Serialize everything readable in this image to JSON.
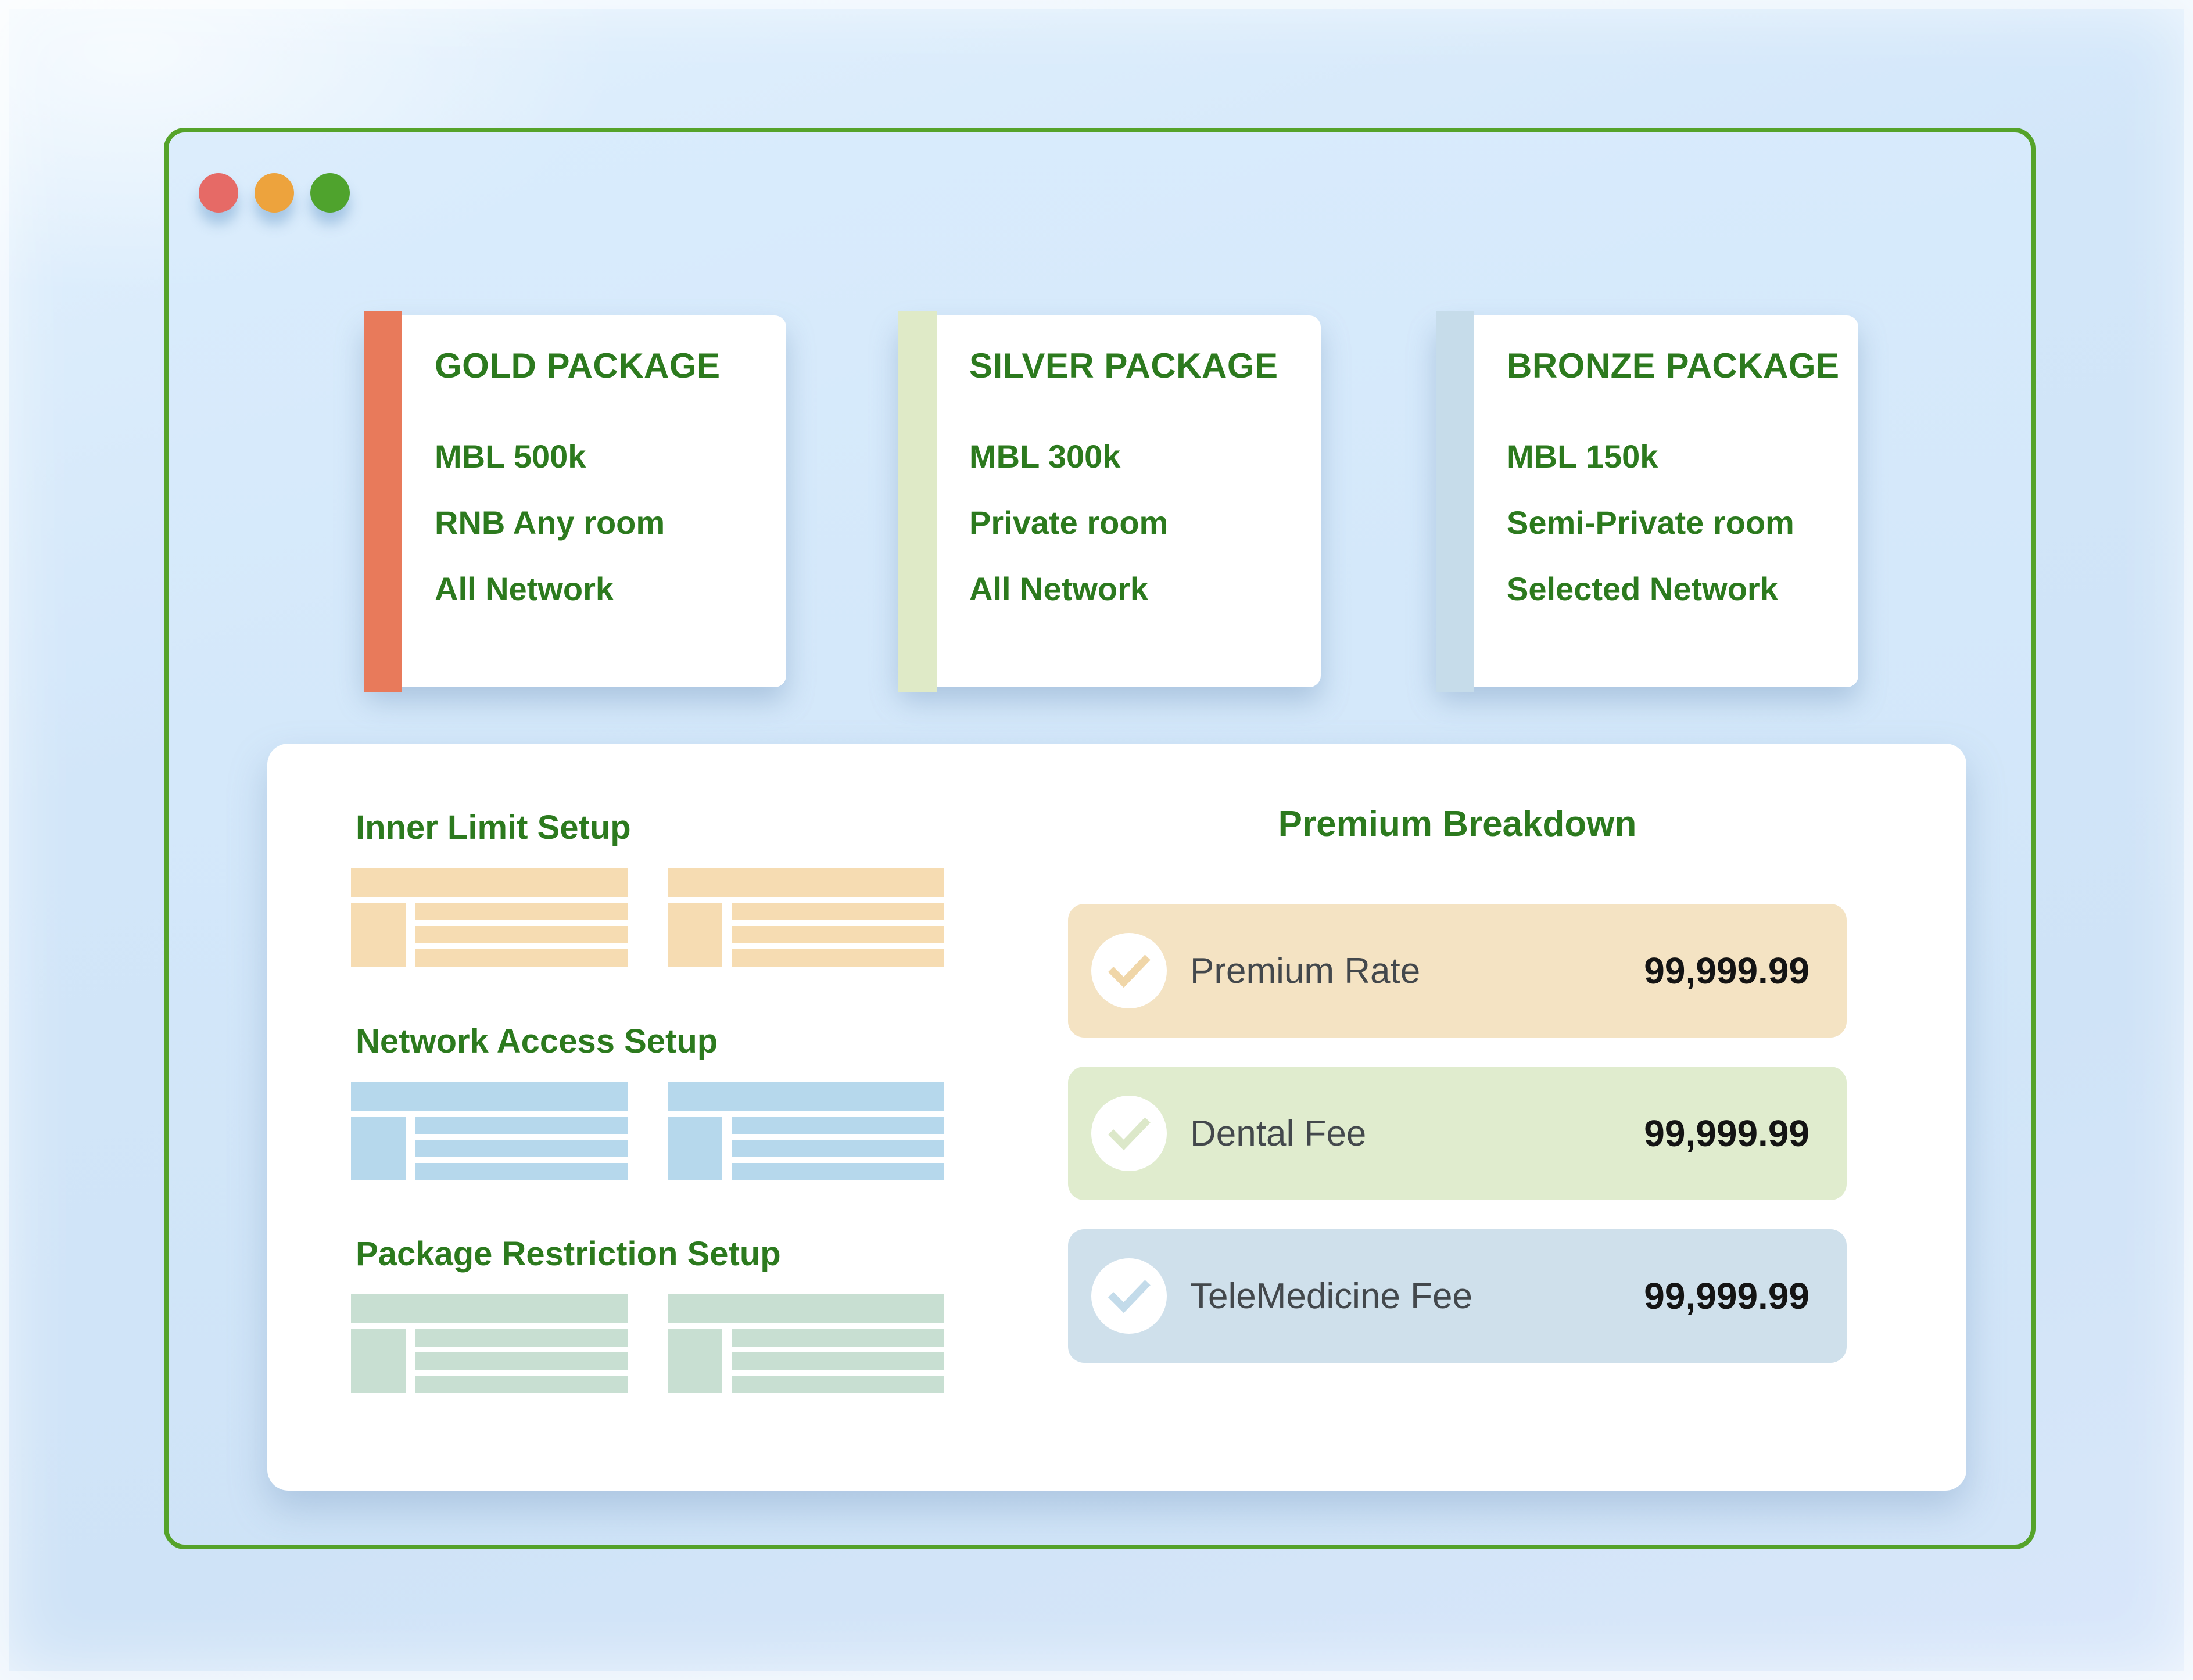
{
  "window": {
    "controls": [
      {
        "name": "close",
        "color": "#e66a66"
      },
      {
        "name": "minimize",
        "color": "#eda33d"
      },
      {
        "name": "zoom",
        "color": "#4fa32d"
      }
    ],
    "border_color": "#55a32a",
    "background_color": "#d4e7fa"
  },
  "packages": [
    {
      "title": "GOLD PACKAGE",
      "accent_color": "#e87a5b",
      "lines": [
        "MBL 500k",
        "RNB Any room",
        "All Network"
      ]
    },
    {
      "title": "SILVER PACKAGE",
      "accent_color": "#dfeac7",
      "lines": [
        "MBL 300k",
        "Private room",
        "All Network"
      ]
    },
    {
      "title": "BRONZE PACKAGE",
      "accent_color": "#c6dcea",
      "lines": [
        "MBL 150k",
        "Semi-Private room",
        "Selected Network"
      ]
    }
  ],
  "setup_sections": [
    {
      "title": "Inner Limit Setup",
      "skeleton_color": "#f6dcb2"
    },
    {
      "title": "Network Access Setup",
      "skeleton_color": "#b6d8ec"
    },
    {
      "title": "Package Restriction Setup",
      "skeleton_color": "#c8dfd2"
    }
  ],
  "premium_breakdown": {
    "title": "Premium Breakdown",
    "rows": [
      {
        "label": "Premium Rate",
        "value": "99,999.99",
        "bg_color": "#f4e3c3",
        "checked": true
      },
      {
        "label": "Dental Fee",
        "value": "99,999.99",
        "bg_color": "#e0ecce",
        "checked": true
      },
      {
        "label": "TeleMedicine Fee",
        "value": "99,999.99",
        "bg_color": "#cfe0eb",
        "checked": true
      }
    ]
  },
  "text_color_green": "#2c7a1e"
}
